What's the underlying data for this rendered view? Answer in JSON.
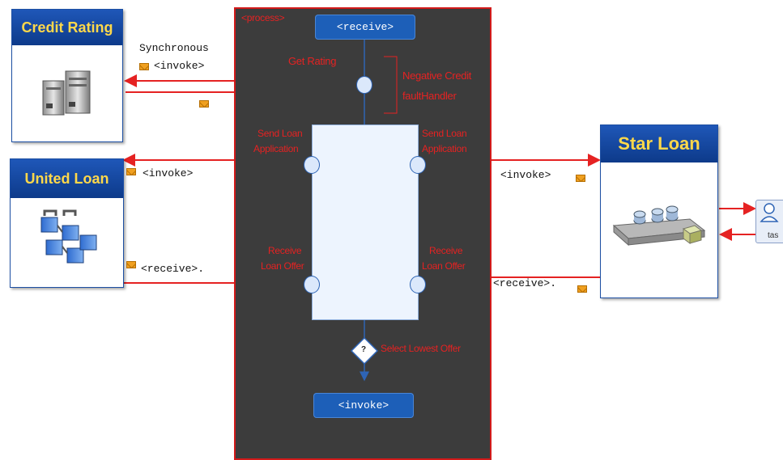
{
  "partners": {
    "credit_rating": {
      "title": "Credit Rating"
    },
    "united_loan": {
      "title": "United Loan"
    },
    "star_loan": {
      "title": "Star Loan"
    }
  },
  "process": {
    "tag": "<process>",
    "receive_label": "<receive>",
    "invoke_label": "<invoke>"
  },
  "labels": {
    "synchronous": "Synchronous",
    "invoke_credit": "<invoke>",
    "invoke_united": "<invoke>",
    "receive_united": "<receive>.",
    "invoke_star": "<invoke>",
    "receive_star": "<receive>.",
    "get_rating": "Get Rating",
    "negative_credit_line1": "Negative Credit",
    "negative_credit_line2": "faultHandler",
    "send_loan_left_1": "Send Loan",
    "send_loan_left_2": "Application",
    "send_loan_right_1": "Send Loan",
    "send_loan_right_2": "Application",
    "receive_offer_left_1": "Receive",
    "receive_offer_left_2": "Loan Offer",
    "receive_offer_right_1": "Receive",
    "receive_offer_right_2": "Loan Offer",
    "select_lowest": "Select Lowest Offer",
    "decision_mark": "?",
    "task_label": "tas"
  },
  "colors": {
    "flow_red": "#e52222",
    "process_bg": "#3c3c3c",
    "activity_blue": "#1d5fb8",
    "header_yellow": "#ffd84a"
  }
}
